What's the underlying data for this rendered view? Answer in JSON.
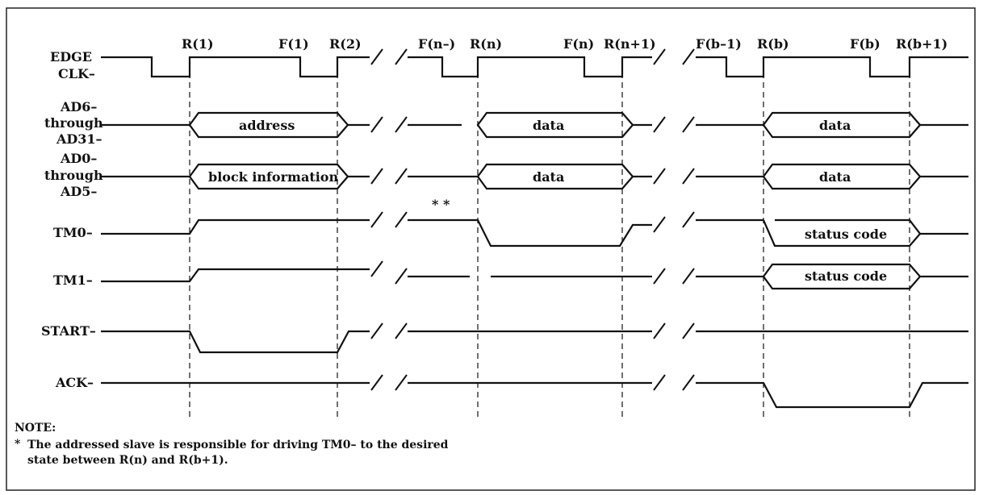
{
  "clock_labels": [
    "R(1)",
    "F(1)",
    "R(2)",
    "F(n–)",
    "R(n)",
    "F(n)",
    "R(n+1)",
    "F(b–1)",
    "R(b)",
    "F(b)",
    "R(b+1)"
  ],
  "signals": {
    "edge_clk": [
      "EDGE",
      "CLK–"
    ],
    "ad6_31": [
      "AD6–",
      "through",
      "AD31–"
    ],
    "ad0_5": [
      "AD0–",
      "through",
      "AD5–"
    ],
    "tm0": "TM0–",
    "tm1": "TM1–",
    "start": "START–",
    "ack": "ACK–"
  },
  "bus_values": {
    "address": "address",
    "block_information": "block information",
    "data": "data",
    "status_code": "status code"
  },
  "marker": "* *",
  "note": {
    "heading": "NOTE:",
    "asterisk": "*",
    "line1": "The addressed slave is responsible for driving TM0– to the desired",
    "line2": "state between R(n) and R(b+1)."
  }
}
